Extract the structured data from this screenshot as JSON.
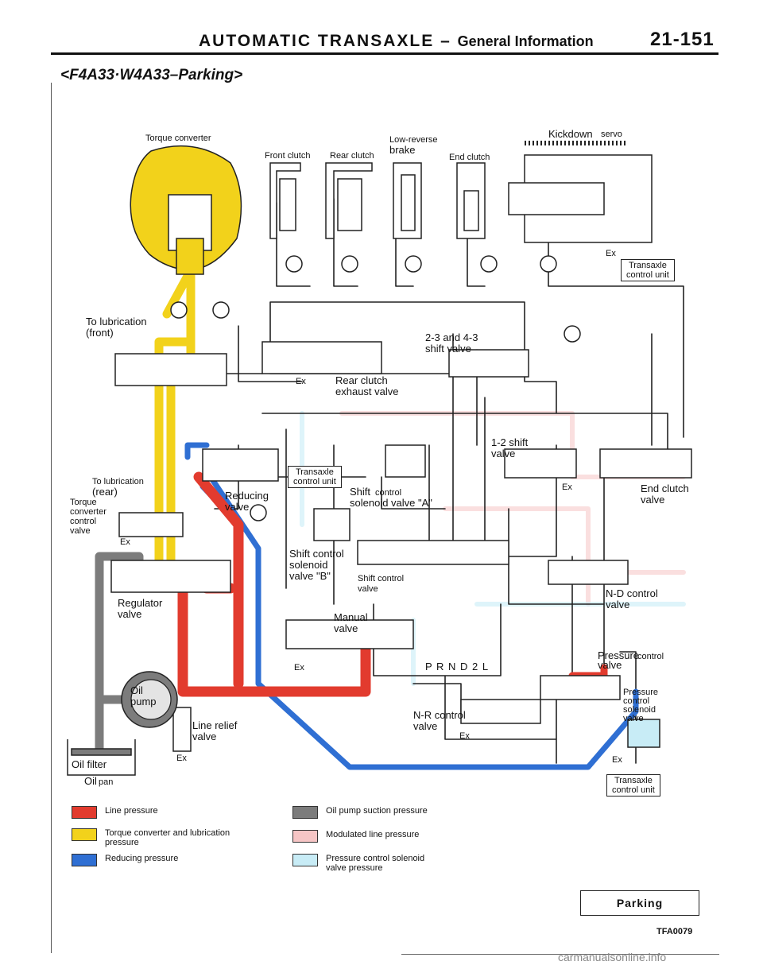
{
  "header": {
    "title": "AUTOMATIC TRANSAXLE",
    "dash": "–",
    "subtitle": "General Information",
    "page": "21-151"
  },
  "model": "<F4A33·W4A33–Parking>",
  "colors": {
    "line": "#e23b2e",
    "torque": "#f2d21b",
    "reducing": "#2f6fd3",
    "suction": "#7c7c7c",
    "modulated": "#f6c5c5",
    "solenoid": "#c8ecf6",
    "ink": "#222222"
  },
  "labels": {
    "torque_converter": "Torque converter",
    "front_clutch": "Front clutch",
    "rear_clutch": "Rear clutch",
    "low_reverse": "Low-reverse",
    "brake": "brake",
    "end_clutch": "End clutch",
    "kickdown": "Kickdown",
    "servo": "servo",
    "tcu1": "Transaxle\ncontrol unit",
    "to_lub_front": "To lubrication\n(front)",
    "shift_23": "2-3 and 4-3\nshift valve",
    "rear_clutch_exh": "Rear clutch\nexhaust valve",
    "to_lub": "To lubrication",
    "rear": "(rear)",
    "tcc_valve": "Torque\nconverter\ncontrol\nvalve",
    "reducing_valve": "Reducing\nvalve",
    "tcu2": "Transaxle\ncontrol unit",
    "shift_sol_a": "Shift",
    "shift_sol_a2": "control",
    "shift_sol_a3": "solenoid valve \"A\"",
    "shift_12": "1-2 shift\nvalve",
    "end_clutch_valve": "End clutch\nvalve",
    "shift_sol_b": "Shift control\nsolenoid\nvalve \"B\"",
    "shift_control_valve": "Shift control\nvalve",
    "regulator": "Regulator\nvalve",
    "nd_control": "N-D control\nvalve",
    "manual": "Manual\nvalve",
    "prnd": "P R N D 2 L",
    "pressure_control": "Pressure",
    "pressure_control2": "control",
    "pressure_control3": "valve",
    "oil_pump": "Oil\npump",
    "line_relief": "Line relief\nvalve",
    "nr_control": "N-R control\nvalve",
    "pcs": "Pressure\ncontrol\nsolenoid\nvalve",
    "oil_filter": "Oil filter",
    "oil_pan": "Oil",
    "oil_pan2": "pan",
    "tcu3": "Transaxle\ncontrol unit",
    "ex": "Ex"
  },
  "legend": [
    {
      "key": "line",
      "label": "Line pressure"
    },
    {
      "key": "torque",
      "label": "Torque converter and lubrication\npressure"
    },
    {
      "key": "reducing",
      "label": "Reducing pressure"
    },
    {
      "key": "suction",
      "label": "Oil pump suction pressure"
    },
    {
      "key": "modulated",
      "label": "Modulated line pressure"
    },
    {
      "key": "solenoid",
      "label": "Pressure control solenoid\nvalve pressure"
    }
  ],
  "mode": "Parking",
  "figure_code": "TFA0079",
  "watermark": "carmanualsonline.info"
}
